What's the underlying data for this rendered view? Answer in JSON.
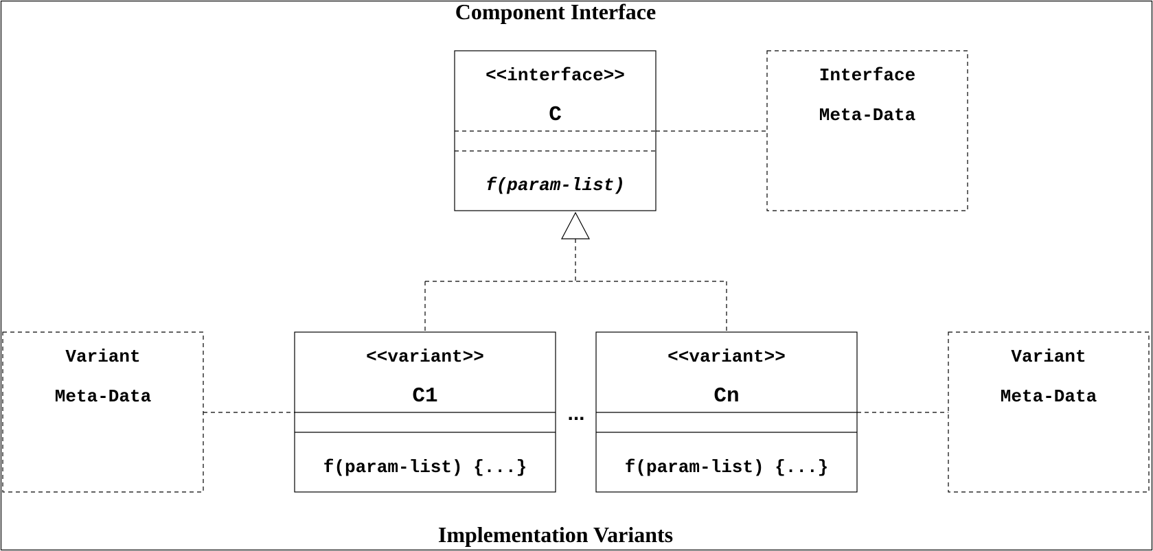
{
  "diagram": {
    "title_top": "Component Interface",
    "title_bottom": "Implementation Variants",
    "interface_box": {
      "stereotype": "<<interface>>",
      "name": "C",
      "operation": "f(param-list)"
    },
    "interface_meta": {
      "line1": "Interface",
      "line2": "Meta-Data"
    },
    "variant_left": {
      "stereotype": "<<variant>>",
      "name": "C1",
      "operation": "f(param-list) {...}"
    },
    "variant_right": {
      "stereotype": "<<variant>>",
      "name": "Cn",
      "operation": "f(param-list) {...}"
    },
    "ellipsis": "...",
    "variant_meta_left": {
      "line1": "Variant",
      "line2": "Meta-Data"
    },
    "variant_meta_right": {
      "line1": "Variant",
      "line2": "Meta-Data"
    }
  }
}
